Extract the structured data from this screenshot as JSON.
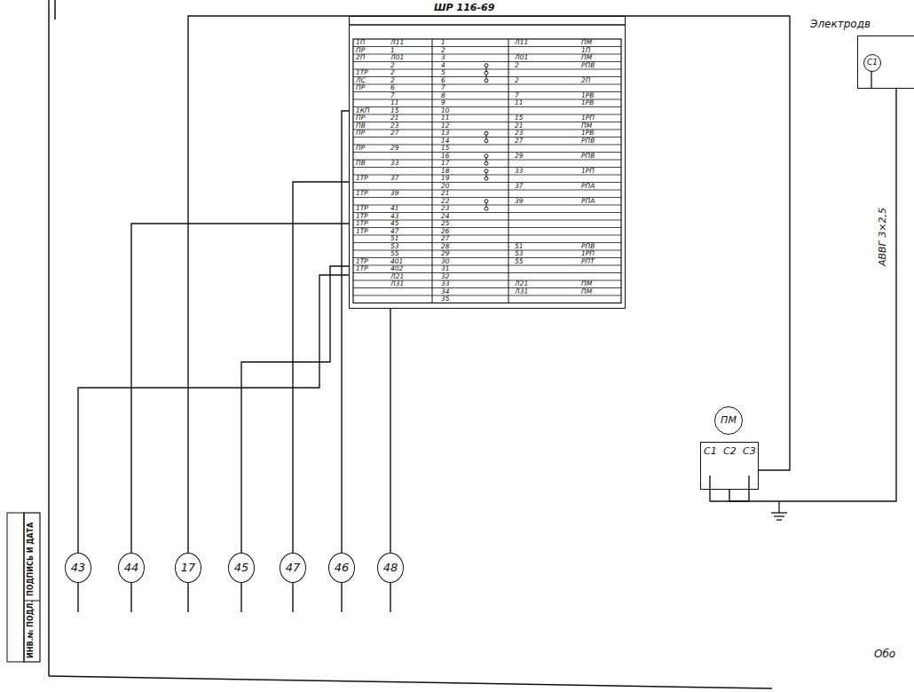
{
  "diagram": {
    "nodes": [
      {
        "text": [
          "ШР 116-69"
        ]
      },
      {
        "text": [
          "43"
        ]
      },
      {
        "text": [
          "44"
        ]
      },
      {
        "text": [
          "17"
        ]
      },
      {
        "text": [
          "45"
        ]
      },
      {
        "text": [
          "47"
        ]
      },
      {
        "text": [
          "46"
        ]
      },
      {
        "text": [
          "48"
        ]
      },
      {
        "text": [
          "ПМ"
        ]
      },
      {
        "text": [
          "С1",
          "С2",
          "С3"
        ]
      },
      {
        "text": [
          "Электродв"
        ]
      },
      {
        "text": [
          "С1"
        ],
        "in": 10
      }
    ],
    "edges": [
      {
        "from": 1,
        "to": 0,
        "arrow": "none"
      },
      {
        "from": 2,
        "to": 0,
        "arrow": "none"
      },
      {
        "from": 3,
        "to": 9,
        "arrow": "none"
      },
      {
        "from": 4,
        "to": 0,
        "arrow": "none"
      },
      {
        "from": 5,
        "to": 0,
        "arrow": "none"
      },
      {
        "from": 6,
        "to": 0,
        "arrow": "none"
      },
      {
        "from": 7,
        "to": 0,
        "arrow": "none"
      },
      {
        "from": 9,
        "to": 10,
        "arrow": "none"
      }
    ],
    "labels": [
      "1",
      "2",
      "3",
      "4",
      "5",
      "6",
      "7",
      "8",
      "9",
      "10",
      "11",
      "12",
      "13",
      "14",
      "15",
      "16",
      "17",
      "18",
      "19",
      "20",
      "21",
      "22",
      "23",
      "24",
      "25",
      "26",
      "27",
      "28",
      "29",
      "30",
      "31",
      "32",
      "33",
      "34",
      "35",
      "1П",
      "Л11",
      "ПР",
      "1",
      "2П",
      "Л01",
      "2",
      "1ТР",
      "2",
      "ЛС",
      "2",
      "ПР",
      "6",
      "7",
      "11",
      "1КП",
      "15",
      "ПР",
      "21",
      "ПВ",
      "23",
      "ПР",
      "27",
      "ПР",
      "29",
      "ПВ",
      "33",
      "1ТР",
      "37",
      "1ТР",
      "39",
      "1ТР",
      "41",
      "1ТР",
      "43",
      "1ТР",
      "45",
      "1ТР",
      "47",
      "51",
      "53",
      "55",
      "1ТР",
      "401",
      "1ТР",
      "402",
      "Л21",
      "Л31",
      "Л11",
      "ПМ",
      "1П",
      "Л01",
      "ПМ",
      "2",
      "РПВ",
      "2",
      "2П",
      "7",
      "1РВ",
      "11",
      "1РВ",
      "15",
      "1РП",
      "21",
      "ПМ",
      "23",
      "1РВ",
      "27",
      "РПВ",
      "29",
      "РПВ",
      "33",
      "1РП",
      "37",
      "РПА",
      "39",
      "РПА",
      "51",
      "РПВ",
      "53",
      "1РП",
      "55",
      "РПТ",
      "Л21",
      "ПМ",
      "Л31",
      "ПМ",
      "АВВГ 3×2,5",
      "Обо",
      "ИНВ.№ ПОДЛ.",
      "ПОДПИСЬ И ДАТА"
    ]
  }
}
